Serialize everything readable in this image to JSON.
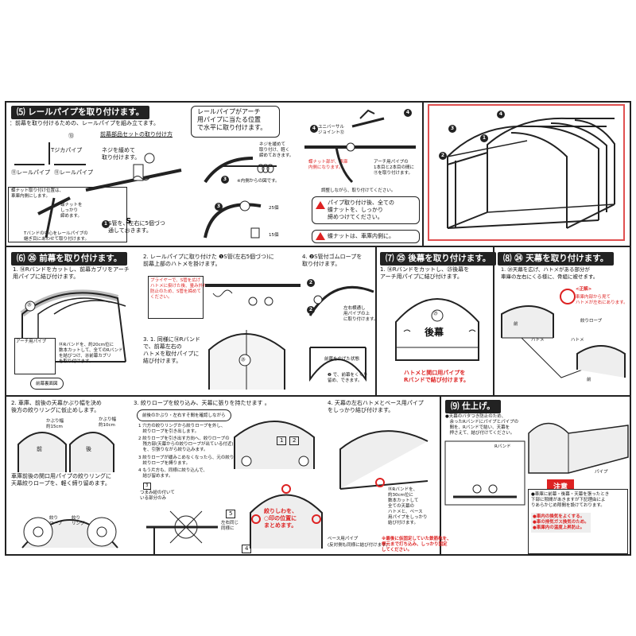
{
  "s5": {
    "title": "⑸ レールパイプを取り付けます。",
    "sub": "：前幕を取り付けるための、レールパイプを組み立てます。",
    "parts_label": "前幕部品セットの取り付け方",
    "part13": "⑬",
    "tjoint": "Tジカパイプ",
    "rail_l": "⑪レールパイプ",
    "rail_r": "⑪レールパイプ",
    "screw_note": "ネジを緩めて\n取り付けます。",
    "nut_pos": "蝶ナット取り付け位置は、\n車庫内側にします。",
    "nut_tighten": "蝶ナットを\nしっかり\n締めます。",
    "t_center": "Tバンドの中心をレールパイプの\n継ぎ目にあわせて取り付けます。",
    "s_pipe_note": "S管を、左右に5個づつ\n通しておきます。",
    "arch_box": "レールパイプがアーチ\n用パイプに当たる位置\nで水平に取り付けます。",
    "loosen_note": "ネジを緩めて\n取り付け、軽く\n締めておきます。",
    "inner_note": "※内側からの図です。",
    "universal": "ユニバーサル\nジョイント⑫",
    "nut_inside": "蝶ナット部が、車庫\n内側になります。",
    "arch_fit": "アーチ用パイプの\n1本目と2本目の間に\n⑪を取り付けます。",
    "adjust_note": "調整しながら、取り付けてください。",
    "warn1": "パイプ取り付け後、全ての\n蝶ナットを、しっかり\n締めつけてください。",
    "warn2": "蝶ナットは、車庫内側に。",
    "bolt": "25個",
    "bolt2": "15個"
  },
  "s6": {
    "title": "⑹ ㉖ 前幕を取り付けます。",
    "step1": "1. ⑭Rバンドをカットし、前幕カブリをアーチ\n用パイプに結び付けます。",
    "front_cover": "アーチ用パイプ",
    "r_band": "⑭Rバンドを、約20cm位に\n数本カットして、全てのRバンド\nを結びつけ、㉖前幕カブリ\nを取り付けます。",
    "mark26": "㉖",
    "rear_label": "前幕裏面図",
    "step2": "2. レールパイプに取り付けた ❶S管(左右5個づつ)に\n前幕上部のハトメを掛けます。",
    "plier": "プライヤーで、S管を広げ\nハトメに掛けた後、畳み外れ\n防止のため、S管を締めて\nください。",
    "step3": "3. 1. 同様に⑭Rバンド\nで、前幕左右の\nハトメを取付パイプに\n結び付けます。",
    "step4": "4. ❷S管付ゴムロープを\n取り付けます。",
    "tie_note": "左右横通し\n用パイプの上\nに取り付けます。",
    "spread": "前幕を広げた状態",
    "fix": "❷ で、前幕をくくり\n留め、できます。"
  },
  "s7": {
    "title": "⑺ ㉕ 後幕を取り付けます。",
    "step1": "1. ⑭Rバンドをカットし、㉕後幕を\nアーチ用パイプに結び付けます。",
    "mark25": "㉕",
    "rear": "後幕",
    "note": "ハトメと関口用パイプを\nRバンドで結び付けます。"
  },
  "s8": {
    "title": "⑻ ㉔ 天幕を取り付けます。",
    "step1": "1. ㉔天幕を広げ、ハトメがある部分が\n車庫の左右にくる様に、骨組に被せます。",
    "correct": "<正解>",
    "correct_note": "車庫内部から見て\nハトメが左右にあります。",
    "rope": "絞りロープ",
    "hatome": "ハトメ",
    "front": "前"
  },
  "s_bottom": {
    "step2": "2. 車庫、前後の天幕かぶり幅を決め\n後方の絞りリングに仮止めします。",
    "cover15": "かぶり幅\n約15cm",
    "cover10": "かぶり幅\n約10cm",
    "front": "前",
    "back": "後",
    "ring_note": "車庫前後の関口用パイプの絞りリングに\n天幕絞りロープを、軽く締り留めます。",
    "rope": "絞り\nロープ",
    "ring": "絞り\nリング",
    "step3": "3. 絞りロープを絞り込み、天幕に張りを持たせます 。",
    "check": "前後のかぶり・左右すそ間を確認しながら",
    "n1": "1 穴方の絞りリングから絞りロープを外し、\n　絞りロープを引き出します。",
    "n2": "2 絞りロープを引き出す方向へ、絞りロープの\n　残方部(天幕からの絞りロープが出ている付近)\n　を、引張りながら絞り込みます。",
    "n3": "3 絞りロープが緩みこめなくなったら、元の絞りリングに\n　絞りロープを縛ります。",
    "n4": "4 もう片方も、同様に絞り込んで、\n　結び留めます。",
    "ring_fix": "つまみ紐の付いて\nいる部分のみ",
    "box1": "1",
    "box2": "2",
    "box3": "3",
    "box4": "4",
    "box5": "5",
    "left_right": "左右同じ\n同様に",
    "rope_note": "絞りしわを、\n○印の位置に\nまとめます。",
    "step4": "4. 天幕の左右ハトメとベース用パイプ\nをしっかり結び付けます。",
    "band30": "⑭Rバンドを、\n約30cm位に\n数本カットして\n全ての天幕の\nハトメと、ベース\n用パイプをしっかり\n結び付けます。",
    "base_pipe": "ベース用パイプ",
    "base_note": "(反対側も同様に結び付けます)",
    "final": "※最後に仮固定していた鉄筋杭を、\n根元まで打ち込み、しっかり固定\nしてください。"
  },
  "s9": {
    "title": "⑼ 仕上げ。",
    "note1": "●天幕のバタつき防止のため、\n　余ったRバンドにパイプとパイプの\n　間を、Rバンドで結い、天幕を\n　押さえて、結び付けてください。",
    "rband": "Rバンド",
    "pipe": "パイプ",
    "caution": "注意",
    "caution_text": "●車庫に前幕・後幕・天幕を張ったとき\n下部に隙間があきますが下記理由によ\nりあらかじめ隙間を設けております。",
    "reasons": "●車内の換気をよくする。\n●車の排気ガス換気のため。\n●車庫内の温度上昇防止。"
  },
  "colors": {
    "dark": "#222222",
    "red": "#dd2222",
    "frame_red": "#e03030"
  }
}
